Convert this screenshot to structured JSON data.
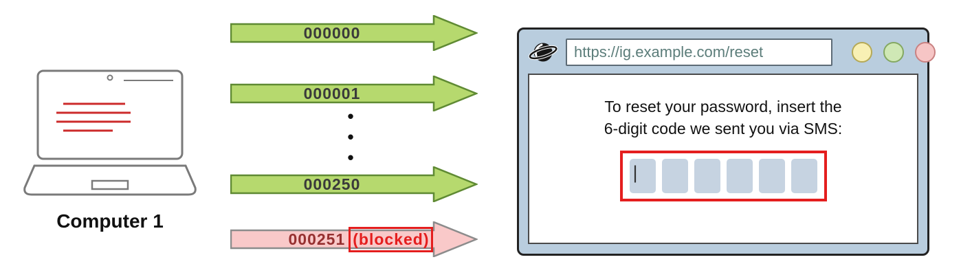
{
  "computer": {
    "label": "Computer 1"
  },
  "requests": {
    "arrows": [
      {
        "label": "000000",
        "status": "allowed"
      },
      {
        "label": "000001",
        "status": "allowed"
      },
      {
        "label": "000250",
        "status": "allowed"
      },
      {
        "label": "000251",
        "blocked": "(blocked)",
        "status": "blocked"
      }
    ],
    "dots": [
      "•",
      "•",
      "•"
    ]
  },
  "browser": {
    "url": "https://ig.example.com/reset",
    "message_line1": "To reset your password, insert the",
    "message_line2": "6-digit code we sent you via SMS:",
    "code_input": {
      "cursor": "|",
      "box_count": 6
    }
  },
  "colors": {
    "arrow_allowed_fill": "#b6d96e",
    "arrow_allowed_stroke": "#5f8a33",
    "arrow_blocked_fill": "#f9c9c9",
    "arrow_blocked_stroke": "#8c8c8c",
    "blocked_red": "#e41e1e",
    "browser_chrome": "#b9cdde",
    "code_box_fill": "#c6d3e1",
    "url_text": "#5c7d7a",
    "window_button_yellow": "#f8f0b4",
    "window_button_green": "#cfe8b5",
    "window_button_red": "#f6c5c5"
  }
}
